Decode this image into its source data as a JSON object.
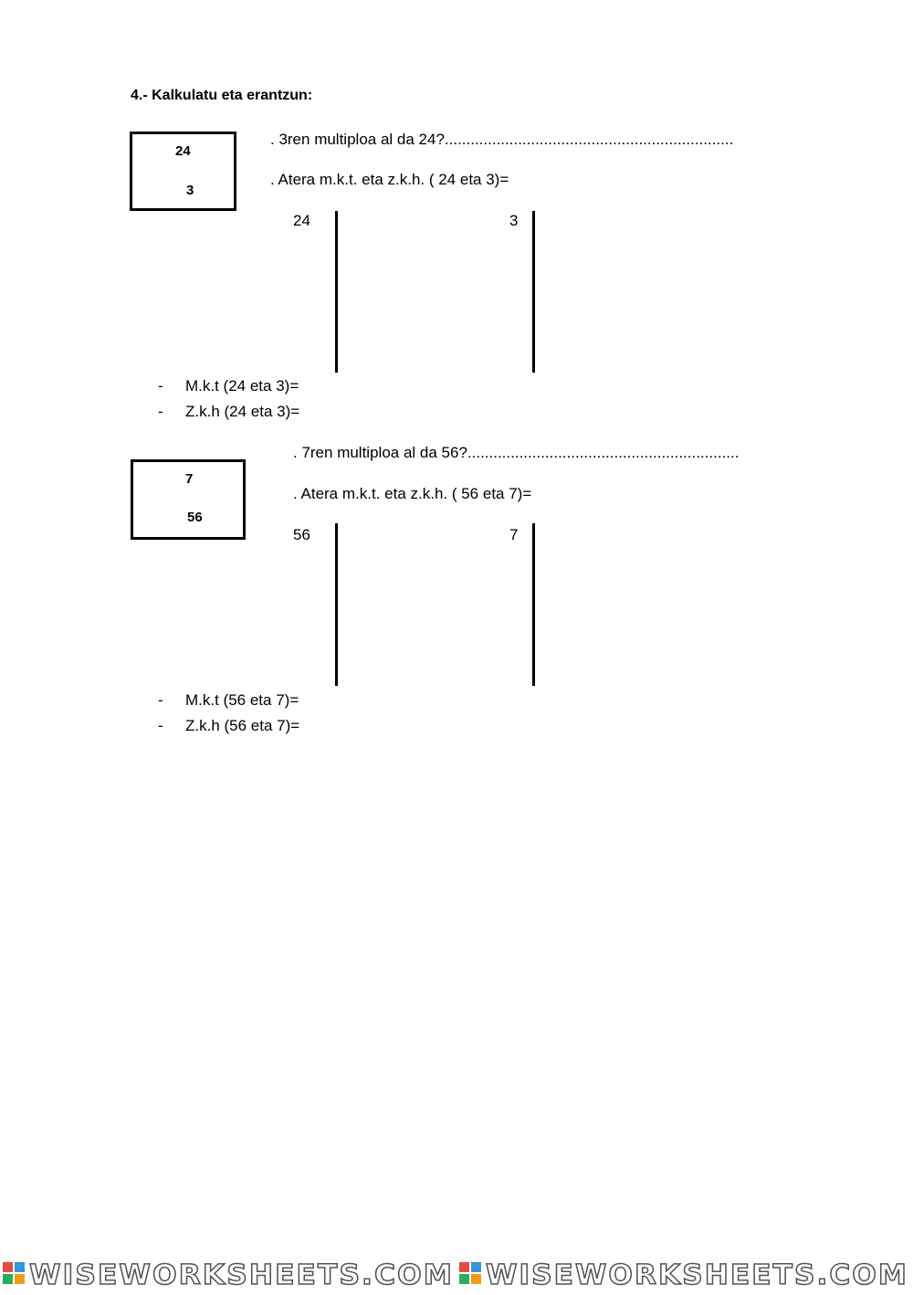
{
  "exercise": {
    "title": "4.- Kalkulatu eta erantzun:"
  },
  "problem1": {
    "box_top": "24",
    "box_bottom": "3",
    "question": ". 3ren multiploa al da 24?...................................................................",
    "instruction": ". Atera m.k.t. eta z.k.h. ( 24 eta 3)=",
    "left_number": "24",
    "right_number": "3",
    "mkt_label": "M.k.t (24 eta 3)=",
    "zkh_label": "Z.k.h (24 eta 3)="
  },
  "problem2": {
    "box_top": "7",
    "box_bottom": "56",
    "question": ". 7ren multiploa al da 56?...............................................................",
    "instruction": ". Atera m.k.t. eta z.k.h. ( 56 eta 7)=",
    "left_number": "56",
    "right_number": "7",
    "mkt_label": "M.k.t (56 eta 7)=",
    "zkh_label": "Z.k.h (56 eta 7)="
  },
  "bullet_dash": "-",
  "footer": {
    "watermark_text": "WISEWORKSHEETS.COM",
    "colors": [
      "#e74c3c",
      "#f39c12",
      "#27ae60",
      "#3498db",
      "#9b59b6"
    ]
  }
}
